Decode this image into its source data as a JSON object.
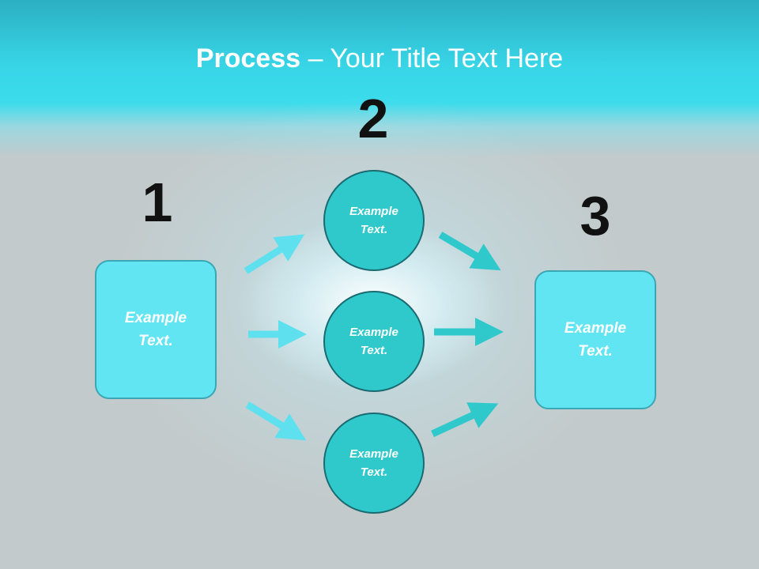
{
  "title": {
    "strong": "Process",
    "rest": " – Your Title Text Here"
  },
  "steps": [
    {
      "number": "1",
      "text": "Example Text."
    },
    {
      "number": "2",
      "texts": [
        "Example Text.",
        "Example Text.",
        "Example Text."
      ]
    },
    {
      "number": "3",
      "text": "Example Text."
    }
  ],
  "colors": {
    "box_fill": "#62e5f3",
    "circle_fill": "#30c9cb",
    "left_arrow": "#5fe0ee",
    "right_arrow": "#30c9cb",
    "title_band": "#37d4e6"
  }
}
